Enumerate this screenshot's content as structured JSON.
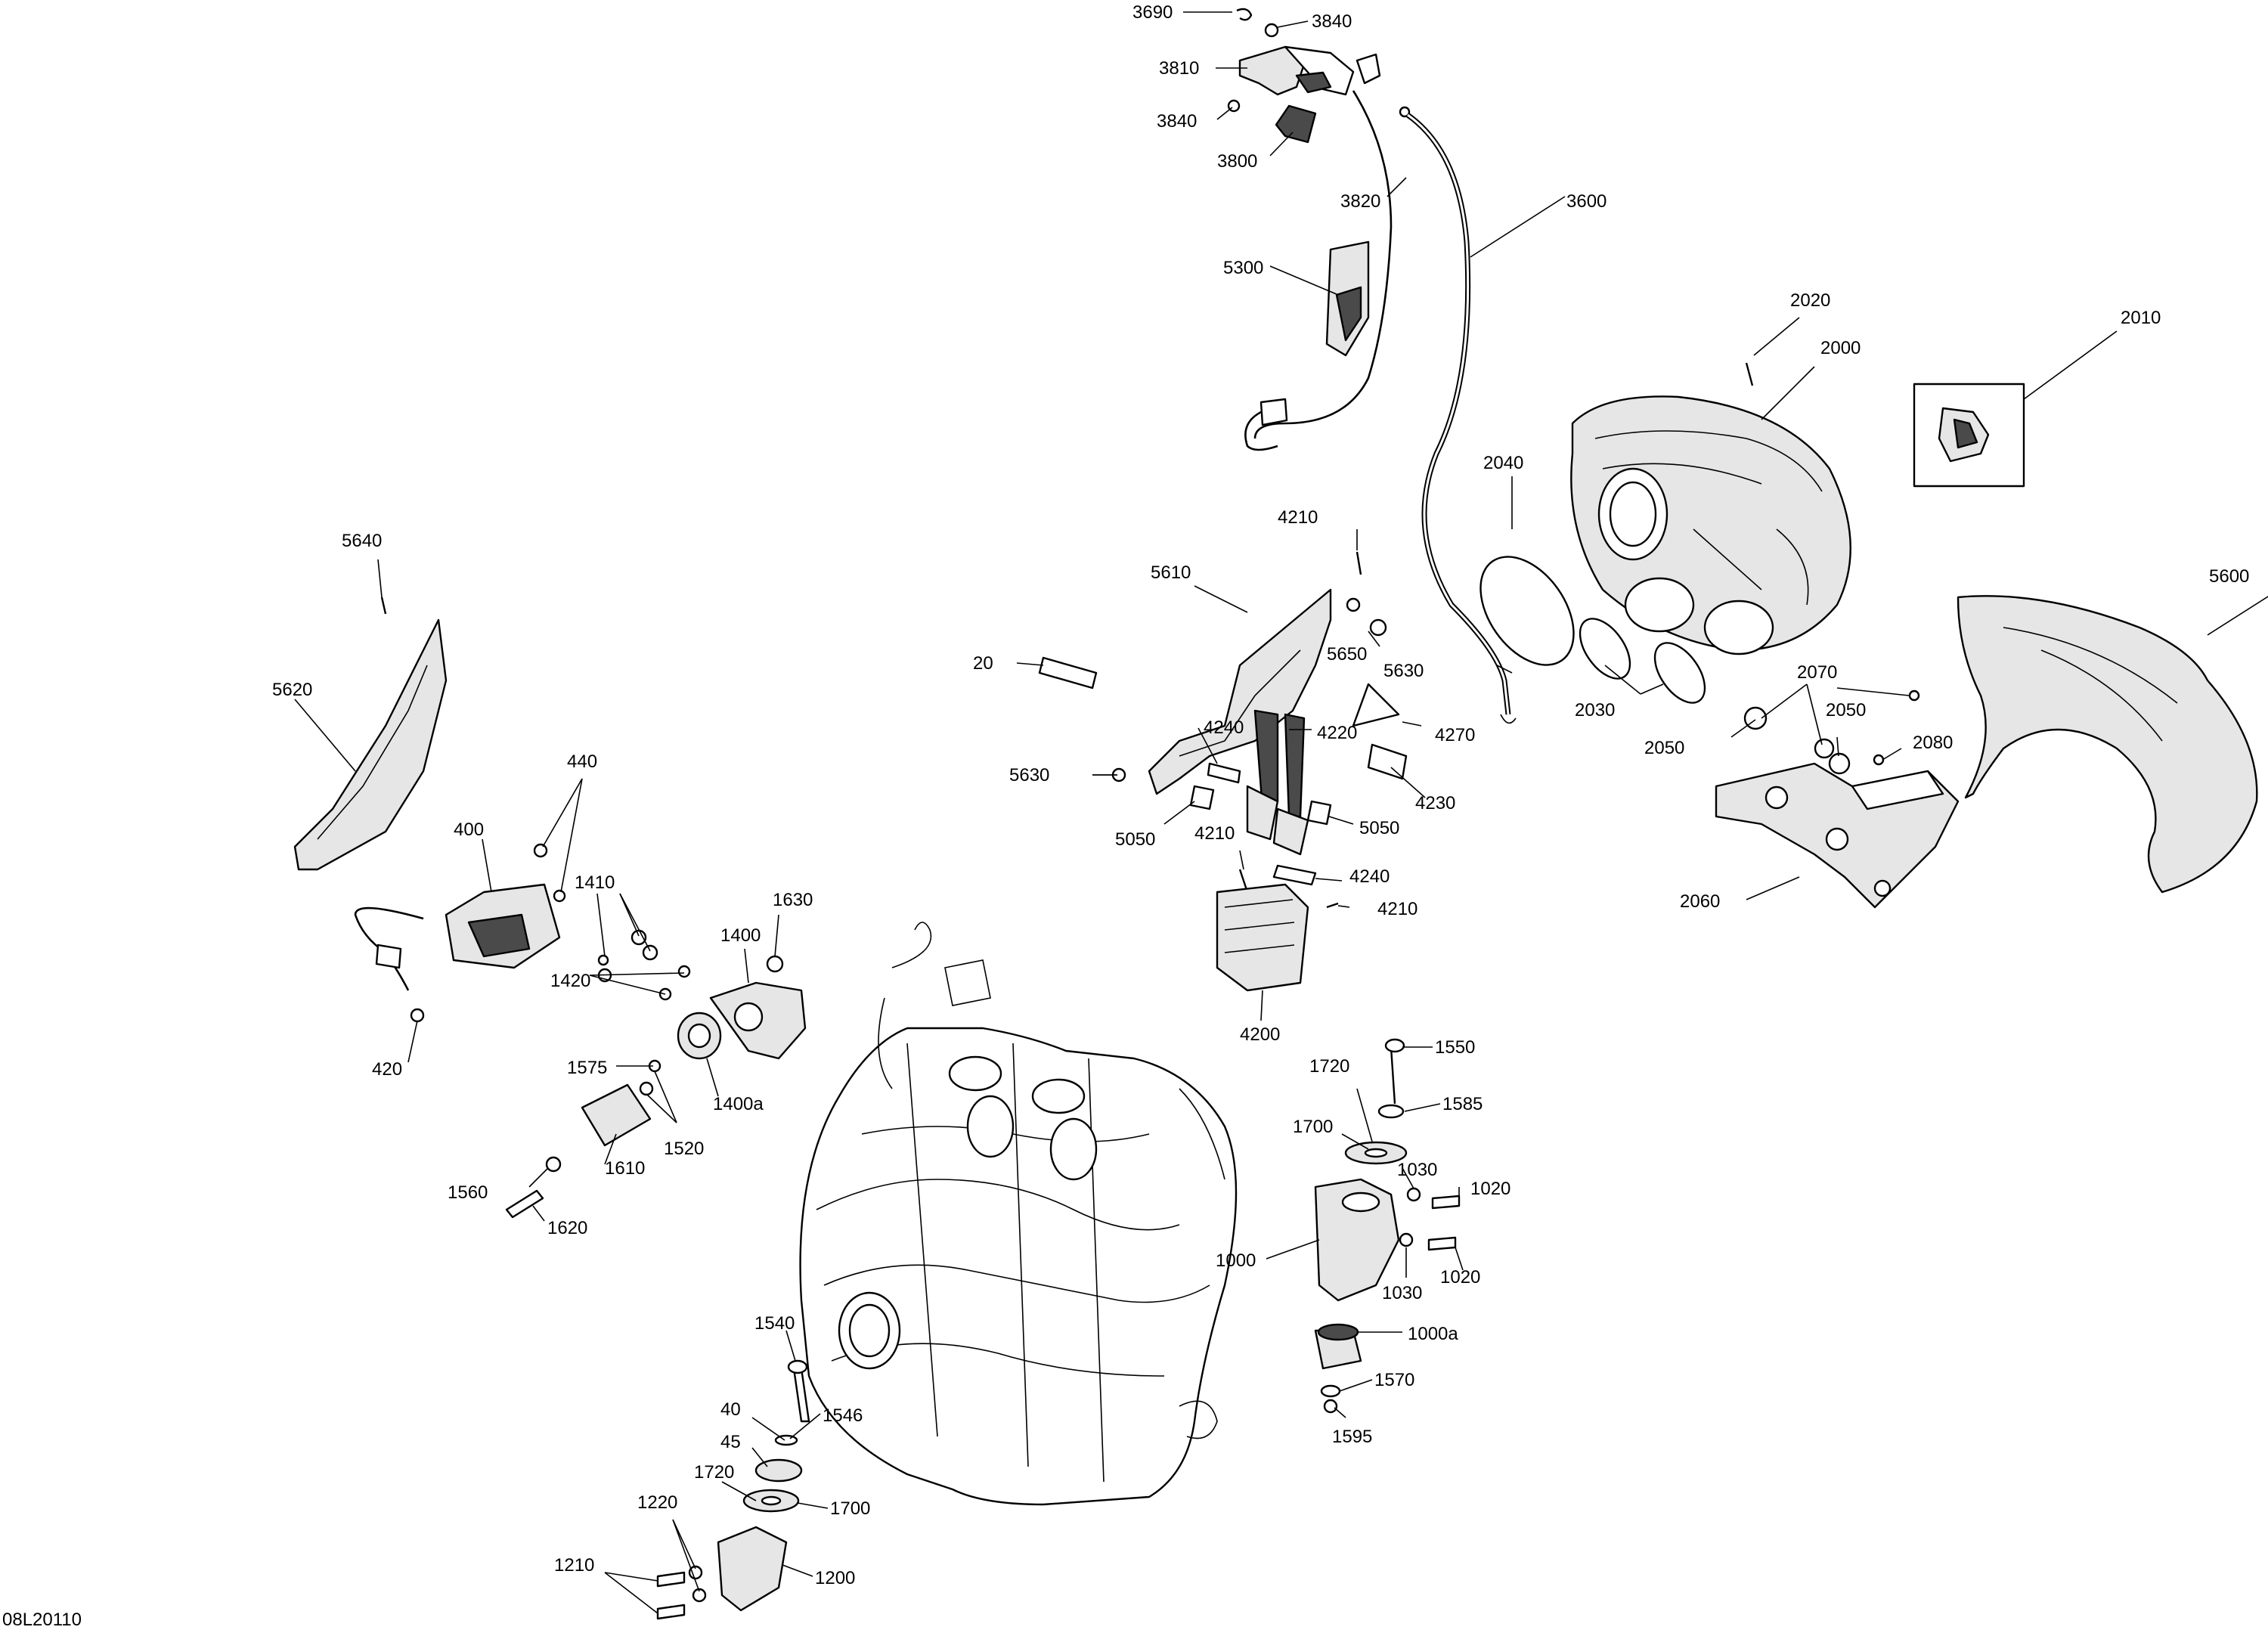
{
  "diagram": {
    "figure_code": "08L20110",
    "callouts": [
      "3690",
      "3840",
      "3810",
      "3840",
      "3800",
      "3820",
      "3600",
      "5300",
      "2020",
      "2000",
      "2010",
      "2040",
      "5600",
      "4210",
      "5610",
      "5630",
      "5650",
      "20",
      "4220",
      "4270",
      "4240",
      "2030",
      "2070",
      "2050",
      "2050",
      "2080",
      "5630",
      "4230",
      "5050",
      "5050",
      "4210",
      "4240",
      "4210",
      "2060",
      "4200",
      "5640",
      "5620",
      "440",
      "400",
      "1410",
      "1630",
      "1400",
      "1420",
      "420",
      "1575",
      "1400a",
      "1520",
      "1610",
      "1560",
      "1620",
      "1720",
      "1550",
      "1585",
      "1700",
      "1030",
      "1020",
      "1030",
      "1020",
      "1000",
      "1000a",
      "1570",
      "1595",
      "1540",
      "40",
      "1546",
      "45",
      "1720",
      "1700",
      "1220",
      "1210",
      "1200"
    ]
  }
}
